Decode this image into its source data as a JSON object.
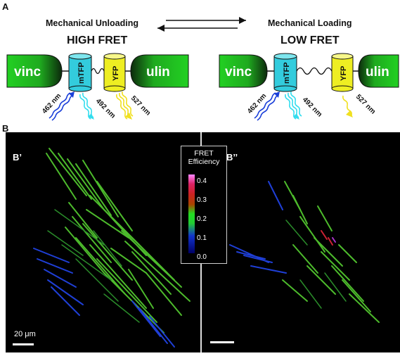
{
  "panel_a": {
    "letter": "A",
    "left_state": "Mechanical Unloading",
    "right_state": "Mechanical Loading",
    "left_fret": "HIGH FRET",
    "right_fret": "LOW FRET",
    "protein_left": "vinc",
    "protein_right": "ulin",
    "donor": "mTFP",
    "acceptor": "YFP",
    "wavelengths": [
      "462 nm",
      "492 nm",
      "527 nm"
    ],
    "colors": {
      "vinculin_green": "#22cc22",
      "mtfp_cyan": "#33ccdd",
      "yfp_yellow": "#eeee22",
      "excitation_blue": "#1a3fd9",
      "emission_cyan": "#33ddee",
      "emission_yellow": "#f0e020"
    }
  },
  "panel_b": {
    "letter": "B",
    "left_label": "B’",
    "right_label": "B’’",
    "scale_bar_text": "20 μm",
    "colorbar": {
      "title_line1": "FRET",
      "title_line2": "Efficiency",
      "ticks": [
        "0.4",
        "0.3",
        "0.2",
        "0.1",
        "0.0"
      ]
    }
  }
}
